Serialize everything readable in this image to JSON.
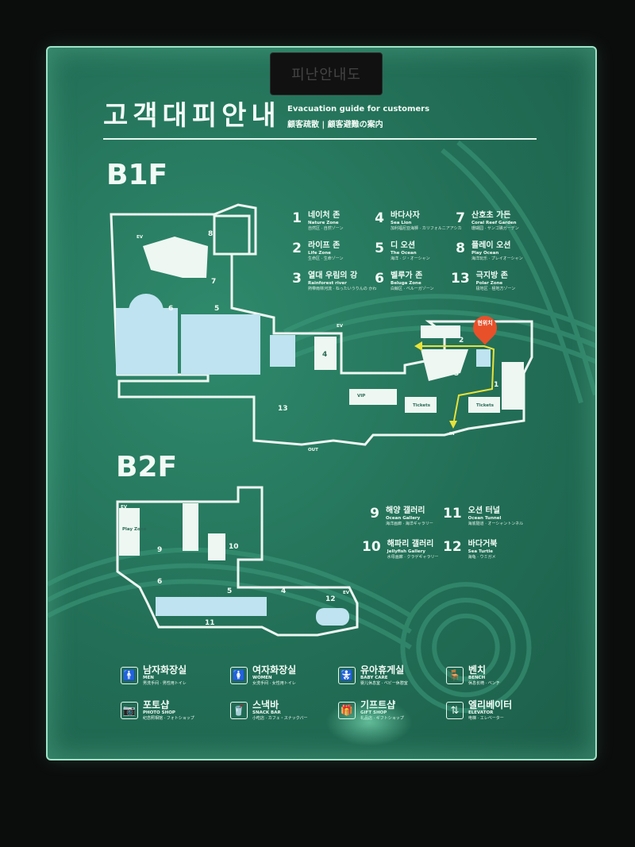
{
  "plate": {
    "label": "피난안내도"
  },
  "title": {
    "ko": "고객대피안내",
    "en": "Evacuation guide for customers",
    "jp": "顧客疏散 | 顧客避難の案内"
  },
  "floors": {
    "b1": "B1F",
    "b2": "B2F"
  },
  "here": {
    "label": "현위치"
  },
  "b1_zones": [
    {
      "num": "1",
      "ko": "네이처 존",
      "en": "Nature Zone",
      "jp": "自然区 · 自然ゾーン"
    },
    {
      "num": "2",
      "ko": "라이프 존",
      "en": "Life Zone",
      "jp": "生命区 · 生命ゾーン"
    },
    {
      "num": "3",
      "ko": "열대 우림의 강",
      "en": "Rainforest river",
      "jp": "熱带雨林河流 · ねったいうりんの かわ"
    },
    {
      "num": "4",
      "ko": "바다사자",
      "en": "Sea Lion",
      "jp": "加利福尼亚海狮 · カリフォルニアアシカ"
    },
    {
      "num": "5",
      "ko": "디 오션",
      "en": "The Ocean",
      "jp": "海洋 · ジ・オーシャン"
    },
    {
      "num": "6",
      "ko": "벨루가 존",
      "en": "Beluga Zone",
      "jp": "白鲸区 · ベルーガゾーン"
    },
    {
      "num": "7",
      "ko": "산호초 가든",
      "en": "Coral Reef Garden",
      "jp": "珊瑚园 · サンゴ礁ガーデン"
    },
    {
      "num": "8",
      "ko": "플레이 오션",
      "en": "Play Ocean",
      "jp": "海洋玩乐 · プレイオーシャン"
    },
    {
      "num": "13",
      "ko": "극지방 존",
      "en": "Polar Zone",
      "jp": "极地区 · 極地方ゾーン"
    }
  ],
  "b2_zones": [
    {
      "num": "9",
      "ko": "해양 갤러리",
      "en": "Ocean Gallery",
      "jp": "海洋画廊 · 海洋ギャラリー"
    },
    {
      "num": "10",
      "ko": "해파리 갤러리",
      "en": "Jellyfish Gallery",
      "jp": "水母画廊 · クラゲギャラリー"
    },
    {
      "num": "11",
      "ko": "오션 터널",
      "en": "Ocean Tunnel",
      "jp": "海底隧道 · オーシャントンネル"
    },
    {
      "num": "12",
      "ko": "바다거북",
      "en": "Sea Turtle",
      "jp": "海龟 · ウミガメ"
    }
  ],
  "legend": [
    {
      "icon": "male-icon",
      "glyph": "🚹",
      "ko": "남자화장실",
      "en": "MEN",
      "jp": "男洗手间 · 男性用トイレ"
    },
    {
      "icon": "female-icon",
      "glyph": "🚺",
      "ko": "여자화장실",
      "en": "WOMEN",
      "jp": "女洗手间 · 女性用トイレ"
    },
    {
      "icon": "baby-care-icon",
      "glyph": "🚼",
      "ko": "유아휴게실",
      "en": "BABY CARE",
      "jp": "婴儿休息室 · ベビー休憩室"
    },
    {
      "icon": "bench-icon",
      "glyph": "🪑",
      "ko": "벤치",
      "en": "BENCH",
      "jp": "休息长椅 · ベンチ"
    },
    {
      "icon": "camera-icon",
      "glyph": "📷",
      "ko": "포토샵",
      "en": "PHOTO SHOP",
      "jp": "纪念照相馆 · フォトショップ"
    },
    {
      "icon": "snack-icon",
      "glyph": "🥤",
      "ko": "스낵바",
      "en": "SNACK BAR",
      "jp": "小吃店 · カフェ・スナックバー"
    },
    {
      "icon": "gift-icon",
      "glyph": "🎁",
      "ko": "기프트샵",
      "en": "GIFT SHOP",
      "jp": "礼品店 · ギフトショップ"
    },
    {
      "icon": "elevator-icon",
      "glyph": "⇅",
      "ko": "엘리베이터",
      "en": "ELEVATOR",
      "jp": "电梯 · エレベーター"
    }
  ],
  "map_labels": {
    "ev": "EV",
    "in": "IN",
    "out": "OUT",
    "tickets": "Tickets",
    "vip": "VIP",
    "play_zone": "Play Zone"
  },
  "colors": {
    "board": "#226e56",
    "map_fill": "#eef7f2",
    "water": "#bfe3f0",
    "here": "#e8502a",
    "route": "#e8e23a"
  }
}
